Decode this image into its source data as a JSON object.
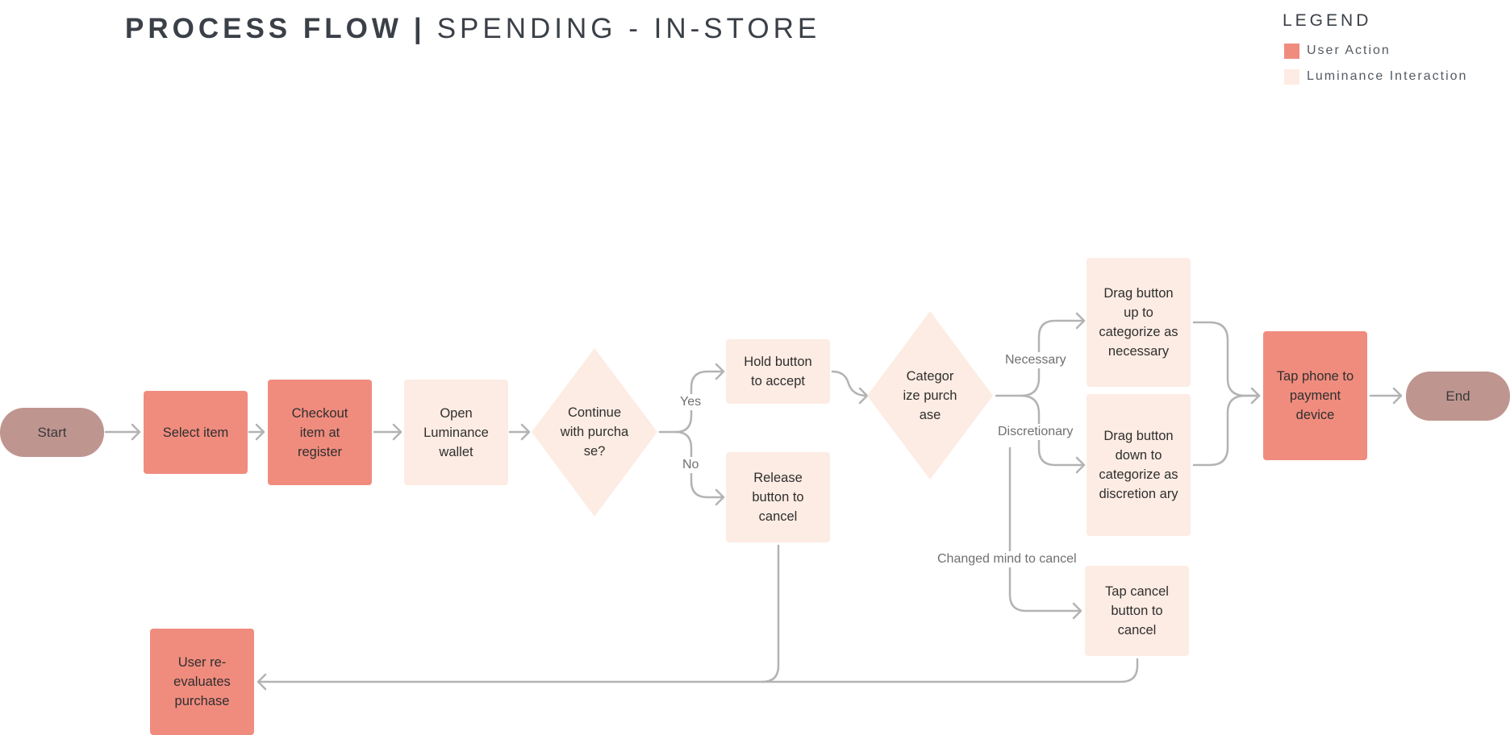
{
  "title": {
    "bold": "PROCESS FLOW",
    "separator": "|",
    "rest": "SPENDING - IN-STORE"
  },
  "legend": {
    "title": "LEGEND",
    "items": [
      {
        "label": "User Action",
        "color": "#f08c7e"
      },
      {
        "label": "Luminance Interaction",
        "color": "#fdece3"
      }
    ]
  },
  "colors": {
    "user_action": "#f08c7e",
    "luminance_interaction": "#fdece3",
    "terminal": "#bf9590",
    "connector": "#b3b3b3"
  },
  "nodes": {
    "start": "Start",
    "select_item": "Select item",
    "checkout": "Checkout item at register",
    "open_wallet": "Open Luminance wallet",
    "continue_decision": "Continue with purcha se?",
    "hold_button": "Hold button to accept",
    "release_button": "Release button to cancel",
    "categorize_decision": "Categor ize purch ase",
    "drag_up": "Drag button up to categorize as necessary",
    "drag_down": "Drag button down to categorize as discretion ary",
    "tap_cancel": "Tap cancel button to cancel",
    "tap_phone": "Tap phone to payment device",
    "end": "End",
    "reevaluate": "User re- evaluates purchase"
  },
  "edge_labels": {
    "yes": "Yes",
    "no": "No",
    "necessary": "Necessary",
    "discretionary": "Discretionary",
    "changed_mind": "Changed mind to cancel"
  }
}
